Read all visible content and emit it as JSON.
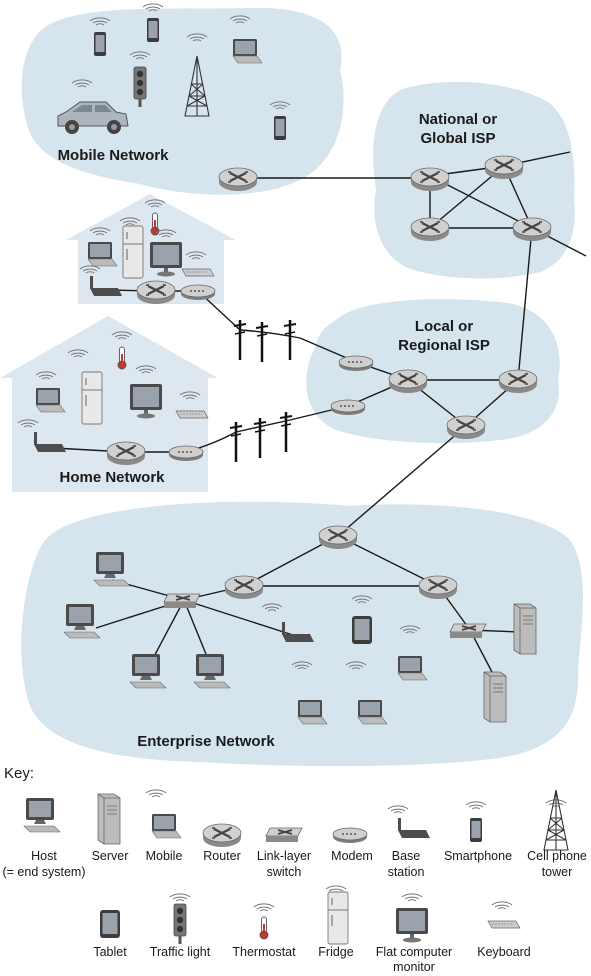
{
  "regions": {
    "mobile": "Mobile Network",
    "isp_global_1": "National or",
    "isp_global_2": "Global ISP",
    "isp_local_1": "Local or",
    "isp_local_2": "Regional ISP",
    "home": "Home Network",
    "enterprise": "Enterprise Network"
  },
  "key": {
    "title": "Key:",
    "row1": [
      {
        "icon": "host-icon",
        "label": "Host",
        "label2": "(= end system)"
      },
      {
        "icon": "server-icon",
        "label": "Server"
      },
      {
        "icon": "mobile-icon",
        "label": "Mobile"
      },
      {
        "icon": "router-icon",
        "label": "Router"
      },
      {
        "icon": "switch-icon",
        "label": "Link-layer",
        "label2": "switch"
      },
      {
        "icon": "modem-icon",
        "label": "Modem"
      },
      {
        "icon": "base-station-icon",
        "label": "Base",
        "label2": "station"
      },
      {
        "icon": "smartphone-icon",
        "label": "Smartphone"
      },
      {
        "icon": "cell-tower-icon",
        "label": "Cell phone",
        "label2": "tower"
      }
    ],
    "row2": [
      {
        "icon": "tablet-icon",
        "label": "Tablet"
      },
      {
        "icon": "traffic-light-icon",
        "label": "Traffic light"
      },
      {
        "icon": "thermostat-icon",
        "label": "Thermostat"
      },
      {
        "icon": "fridge-icon",
        "label": "Fridge"
      },
      {
        "icon": "monitor-icon",
        "label": "Flat computer",
        "label2": "monitor"
      },
      {
        "icon": "keyboard-icon",
        "label": "Keyboard"
      }
    ]
  },
  "colors": {
    "cloud": "#d6e4ee",
    "house": "#dde7ef",
    "router": "#c8c8c8",
    "link": "#1a1a1a"
  }
}
